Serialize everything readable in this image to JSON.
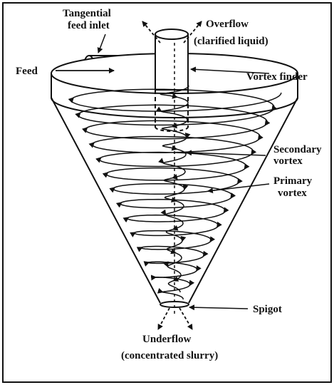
{
  "diagram": {
    "labels": {
      "tangential_1": "Tangential",
      "tangential_2": "feed inlet",
      "overflow_1": "Overflow",
      "overflow_2": "(clarified liquid)",
      "feed": "Feed",
      "vortex_finder": "Vortex finder",
      "secondary_1": "Secondary",
      "secondary_2": "vortex",
      "primary_1": "Primary",
      "primary_2": "vortex",
      "spigot": "Spigot",
      "underflow_1": "Underflow",
      "underflow_2": "(concentrated slurry)"
    }
  }
}
